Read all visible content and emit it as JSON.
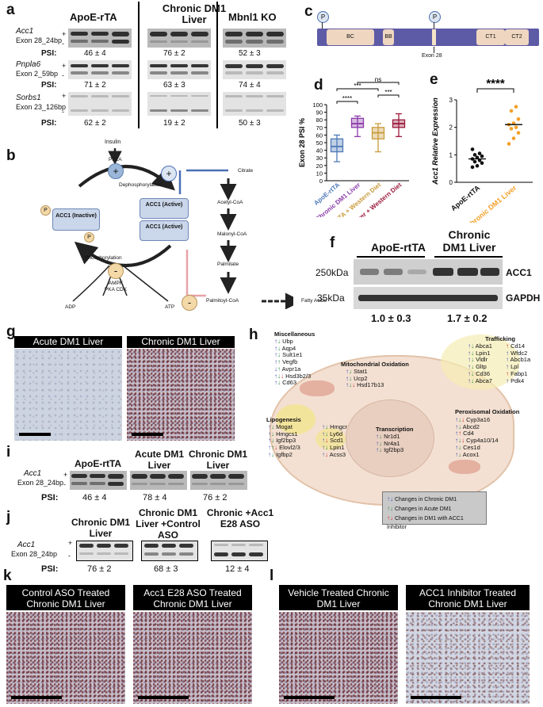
{
  "panels": {
    "a": "a",
    "b": "b",
    "c": "c",
    "d": "d",
    "e": "e",
    "f": "f",
    "g": "g",
    "h": "h",
    "i": "i",
    "j": "j",
    "k": "k",
    "l": "l"
  },
  "panel_a": {
    "conditions": [
      "ApoE-rTA",
      "Chronic DM1 Liver",
      "Mbnl1 KO"
    ],
    "psi_label": "PSI:",
    "rows": [
      {
        "gene": "Acc1",
        "exon": "Exon 28_24bp",
        "psi": [
          "46 ± 4",
          "76 ± 2",
          "52 ± 3"
        ]
      },
      {
        "gene": "Pnpla6",
        "exon": "Exon 2_59bp",
        "psi": [
          "71 ± 2",
          "63 ± 3",
          "74 ± 4"
        ]
      },
      {
        "gene": "Sorbs1",
        "exon": "Exon 23_126bp",
        "psi": [
          "62 ± 2",
          "19 ± 2",
          "50 ± 3"
        ]
      }
    ],
    "plus": "+",
    "minus": "-"
  },
  "panel_b": {
    "insulin": "Insulin",
    "pp2a": "PP2A",
    "dephos": "Dephosphorylation",
    "citrate": "Citrate",
    "acetyl": "Acetyl-CoA",
    "malonyl": "Malonyl-CoA",
    "palmitate": "Palmitate",
    "palmitoyl": "Palmitoyl-CoA",
    "fatty": "Fatty Acids",
    "acc1_inactive": "ACC1 (Inactive)",
    "acc1_active": "ACC1 (Active)",
    "phos": "Phosphorylation",
    "kinases": "AMPK PKA CDK",
    "adp": "ADP",
    "atp": "ATP",
    "p": "P",
    "plus": "+",
    "minus": "-"
  },
  "panel_c": {
    "domains": [
      "BC",
      "BB",
      "CT1",
      "CT2"
    ],
    "exon": "Exon 28",
    "p": "P"
  },
  "panel_d": {
    "chart_data": {
      "type": "box",
      "ylabel": "Exon 28 PSI %",
      "ylim": [
        0,
        100
      ],
      "yticks": [
        0,
        10,
        20,
        30,
        40,
        50,
        60,
        70,
        80,
        90,
        100
      ],
      "categories": [
        "ApoE-rtTA",
        "Chronic DM1 Liver",
        "ApoE-rtTA + Western Diet",
        "Chronic DM1 Liver + Western Diet"
      ],
      "colors": [
        "#4e78b8",
        "#8a3aa8",
        "#c89a3a",
        "#9b1a3c"
      ],
      "boxes": [
        {
          "min": 25,
          "q1": 38,
          "median": 45,
          "q3": 55,
          "max": 60
        },
        {
          "min": 58,
          "q1": 70,
          "median": 75,
          "q3": 82,
          "max": 85
        },
        {
          "min": 38,
          "q1": 55,
          "median": 63,
          "q3": 70,
          "max": 75
        },
        {
          "min": 58,
          "q1": 70,
          "median": 75,
          "q3": 80,
          "max": 88
        }
      ],
      "brackets": [
        {
          "from": 0,
          "to": 1,
          "label": "****"
        },
        {
          "from": 2,
          "to": 3,
          "label": "***"
        },
        {
          "from": 0,
          "to": 2,
          "label": "***"
        },
        {
          "from": 1,
          "to": 3,
          "label": "ns"
        }
      ]
    }
  },
  "panel_e": {
    "chart_data": {
      "type": "scatter",
      "ylabel": "Acc1 Relative Expression",
      "ylim": [
        0,
        3
      ],
      "yticks": [
        0,
        1,
        2,
        3
      ],
      "categories": [
        "ApoE-rtTA",
        "Chronic DM1 Liver"
      ],
      "colors": [
        "#111111",
        "#f3a02a"
      ],
      "points": [
        [
          0.55,
          0.6,
          0.7,
          0.75,
          0.8,
          0.85,
          0.9,
          0.95,
          1.0,
          1.05,
          1.2
        ],
        [
          1.4,
          1.6,
          1.8,
          1.95,
          2.0,
          2.1,
          2.15,
          2.3,
          2.6,
          2.75
        ]
      ],
      "means": [
        0.85,
        2.1
      ],
      "significance": "****"
    }
  },
  "panel_f": {
    "conditions": [
      "ApoE-rtTA",
      "Chronic DM1 Liver"
    ],
    "markers": [
      "250kDa",
      "35kDa"
    ],
    "proteins": [
      "ACC1",
      "GAPDH"
    ],
    "quant": [
      "1.0 ± 0.3",
      "1.7 ± 0.2"
    ]
  },
  "panel_g": {
    "titles": [
      "Acute DM1 Liver",
      "Chronic DM1 Liver"
    ]
  },
  "panel_h": {
    "groups": {
      "misc": {
        "title": "Miscellaneous",
        "genes": [
          "Ubp",
          "Aqp4",
          "Sult1e1",
          "Vegfb",
          "Avpr1a",
          "Hsd3b2/3",
          "Cd63"
        ]
      },
      "mito": {
        "title": "Mitochondrial Oxidation",
        "genes": [
          "Stat1",
          "Ucp2",
          "Hsd17b13"
        ]
      },
      "traf": {
        "title": "Trafficking",
        "genes": [
          "Abca1",
          "Lpin1",
          "Vldlr",
          "Gltp",
          "Cd36",
          "Abca7",
          "Cd14",
          "Wfdc2",
          "Abcb1a",
          "Lpl",
          "Fabp1",
          "Pdk4"
        ]
      },
      "lipo": {
        "title": "Lipogenesis",
        "genes": [
          "Mogat",
          "Hmgcs1",
          "Igf2bp3",
          "Elovl2/3",
          "Igfbp2",
          "Hmgcr",
          "Ly6d",
          "Scd1",
          "Lpin1",
          "Acss3"
        ]
      },
      "trans": {
        "title": "Transcription",
        "genes": [
          "Nr1d1",
          "Nr4a1",
          "Igf2bp3"
        ]
      },
      "perox": {
        "title": "Peroxisomal Oxidation",
        "genes": [
          "Cyp3a16",
          "Abcd2",
          "Cd4",
          "Cyp4a10/14",
          "Ces1d",
          "Acox1"
        ]
      }
    },
    "legend": [
      "Changes in Chronic DM1",
      "Changes in Acute DM1",
      "Changes in DM1 with ACC1 Inhibitor"
    ],
    "legend_colors": [
      "#3d4fb0",
      "#2b8a3e",
      "#d22b2b"
    ]
  },
  "panel_i": {
    "gene": "Acc1",
    "exon": "Exon 28_24bp",
    "conditions": [
      "ApoE-rtTA",
      "Acute DM1 Liver",
      "Chronic DM1 Liver"
    ],
    "psi_label": "PSI:",
    "psi": [
      "46 ± 4",
      "78 ± 4",
      "76 ± 2"
    ],
    "plus": "+",
    "minus": "-"
  },
  "panel_j": {
    "gene": "Acc1",
    "exon": "Exon 28_24bp",
    "conditions": [
      "Chronic DM1 Liver",
      "Chronic DM1 Liver +Control ASO",
      "Chronic +Acc1 E28 ASO"
    ],
    "psi_label": "PSI:",
    "psi": [
      "76 ± 2",
      "68 ± 3",
      "12 ± 4"
    ],
    "plus": "+",
    "minus": "-"
  },
  "panel_k": {
    "titles": [
      "Control ASO Treated Chronic DM1 Liver",
      "Acc1 E28 ASO Treated Chronic DM1 Liver"
    ]
  },
  "panel_l": {
    "titles": [
      "Vehicle Treated Chronic DM1 Liver",
      "ACC1 Inhibitor Treated Chronic DM1 Liver"
    ]
  }
}
